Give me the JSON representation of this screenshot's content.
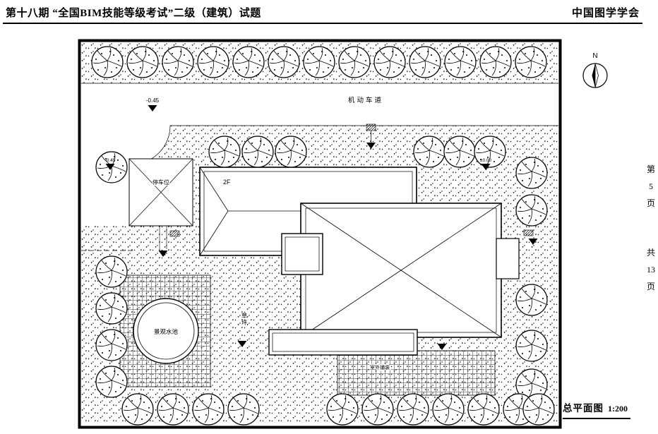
{
  "header": {
    "title": "第十八期 “全国BIM技能等级考试”二级（建筑）试题",
    "org": "中国图学学会"
  },
  "margin": {
    "current": [
      "第",
      "5",
      "页"
    ],
    "total": [
      "共",
      "13",
      "页"
    ]
  },
  "compass": {
    "north": "N"
  },
  "plan": {
    "road": "机动车道",
    "parking": "停车位",
    "pool": "景观水池",
    "lawn": "草坪",
    "paving": "室外铺装",
    "floor": "2F",
    "elev_down": "-0.45",
    "elev_zero": "±0.00",
    "caption": "总平面图",
    "scale": "1:200"
  },
  "colors": {
    "ink": "#000000",
    "paper": "#ffffff"
  }
}
